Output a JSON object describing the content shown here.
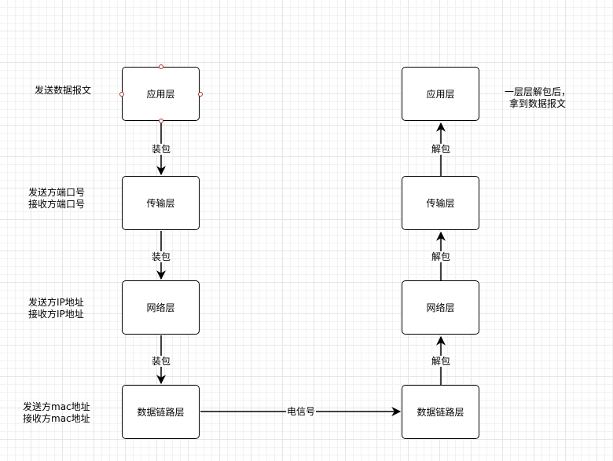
{
  "left_stack": {
    "application": "应用层",
    "transport": "传输层",
    "network": "网络层",
    "datalink": "数据链路层"
  },
  "right_stack": {
    "application": "应用层",
    "transport": "传输层",
    "network": "网络层",
    "datalink": "数据链路层"
  },
  "edge_labels": {
    "pack_1": "装包",
    "pack_2": "装包",
    "pack_3": "装包",
    "unpack_1": "解包",
    "unpack_2": "解包",
    "unpack_3": "解包",
    "signal": "电信号"
  },
  "notes": {
    "send_data": "发送数据报文",
    "ports_line1": "发送方端口号",
    "ports_line2": "接收方端口号",
    "ip_line1": "发送方IP地址",
    "ip_line2": "接收方IP地址",
    "mac_line1": "发送方mac地址",
    "mac_line2": "接收方mac地址",
    "receive_line1": "一层层解包后，",
    "receive_line2": "拿到数据报文"
  }
}
